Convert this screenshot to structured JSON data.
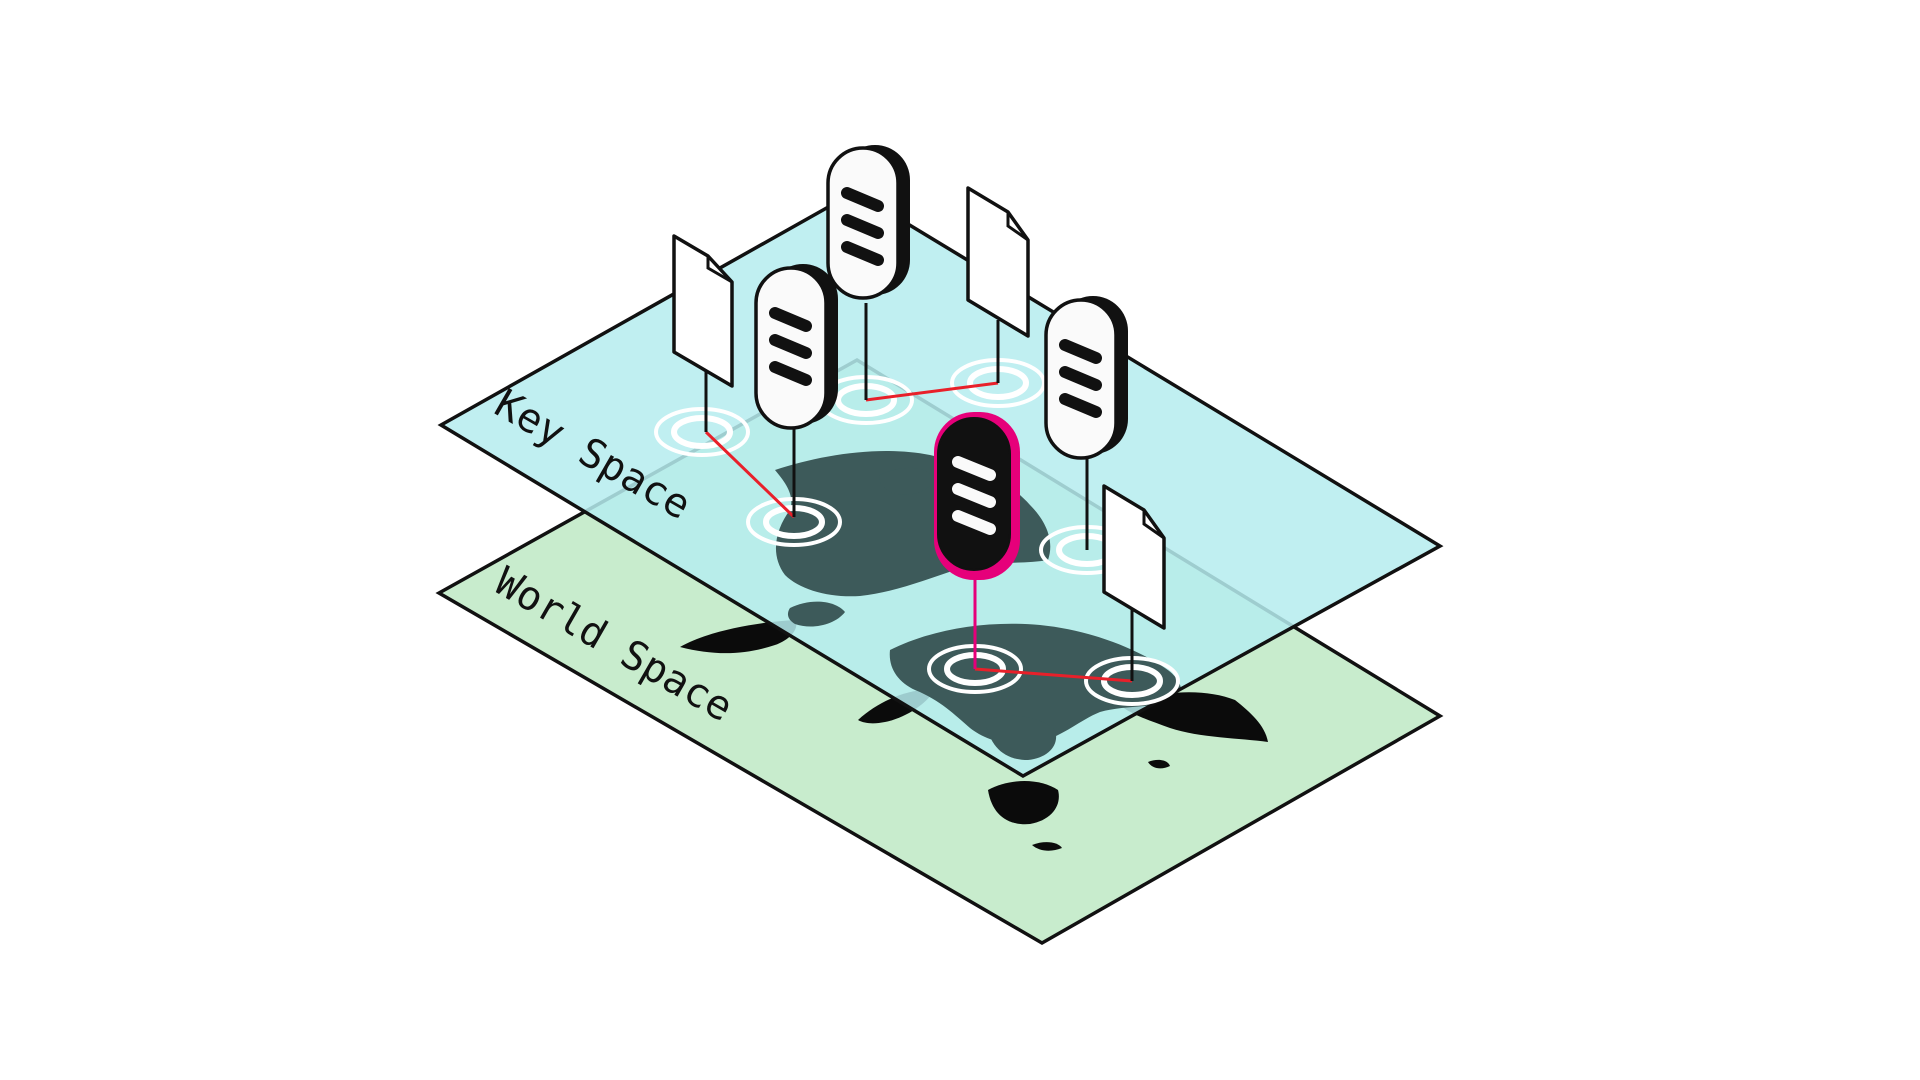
{
  "labels": {
    "key_space": "Key Space",
    "world_space": "World Space"
  },
  "colors": {
    "key_space_fill": "#b6ecef",
    "world_space_fill": "#c8eccd",
    "map_land": "#0b0b0b",
    "map_land_under_key_space": "#3d5a5a",
    "link_line": "#e8202a",
    "highlight_node": "#e6007a",
    "outline": "#111111",
    "document_fill": "#ffffff"
  },
  "nodes": [
    {
      "id": "node-1",
      "highlighted": false
    },
    {
      "id": "node-2",
      "highlighted": false
    },
    {
      "id": "node-3",
      "highlighted": false
    },
    {
      "id": "node-4",
      "highlighted": true
    }
  ],
  "documents": [
    {
      "id": "doc-1"
    },
    {
      "id": "doc-2"
    },
    {
      "id": "doc-3"
    }
  ],
  "icons": {
    "node": "server-icon",
    "document": "file-icon",
    "target": "target-ring-icon"
  }
}
